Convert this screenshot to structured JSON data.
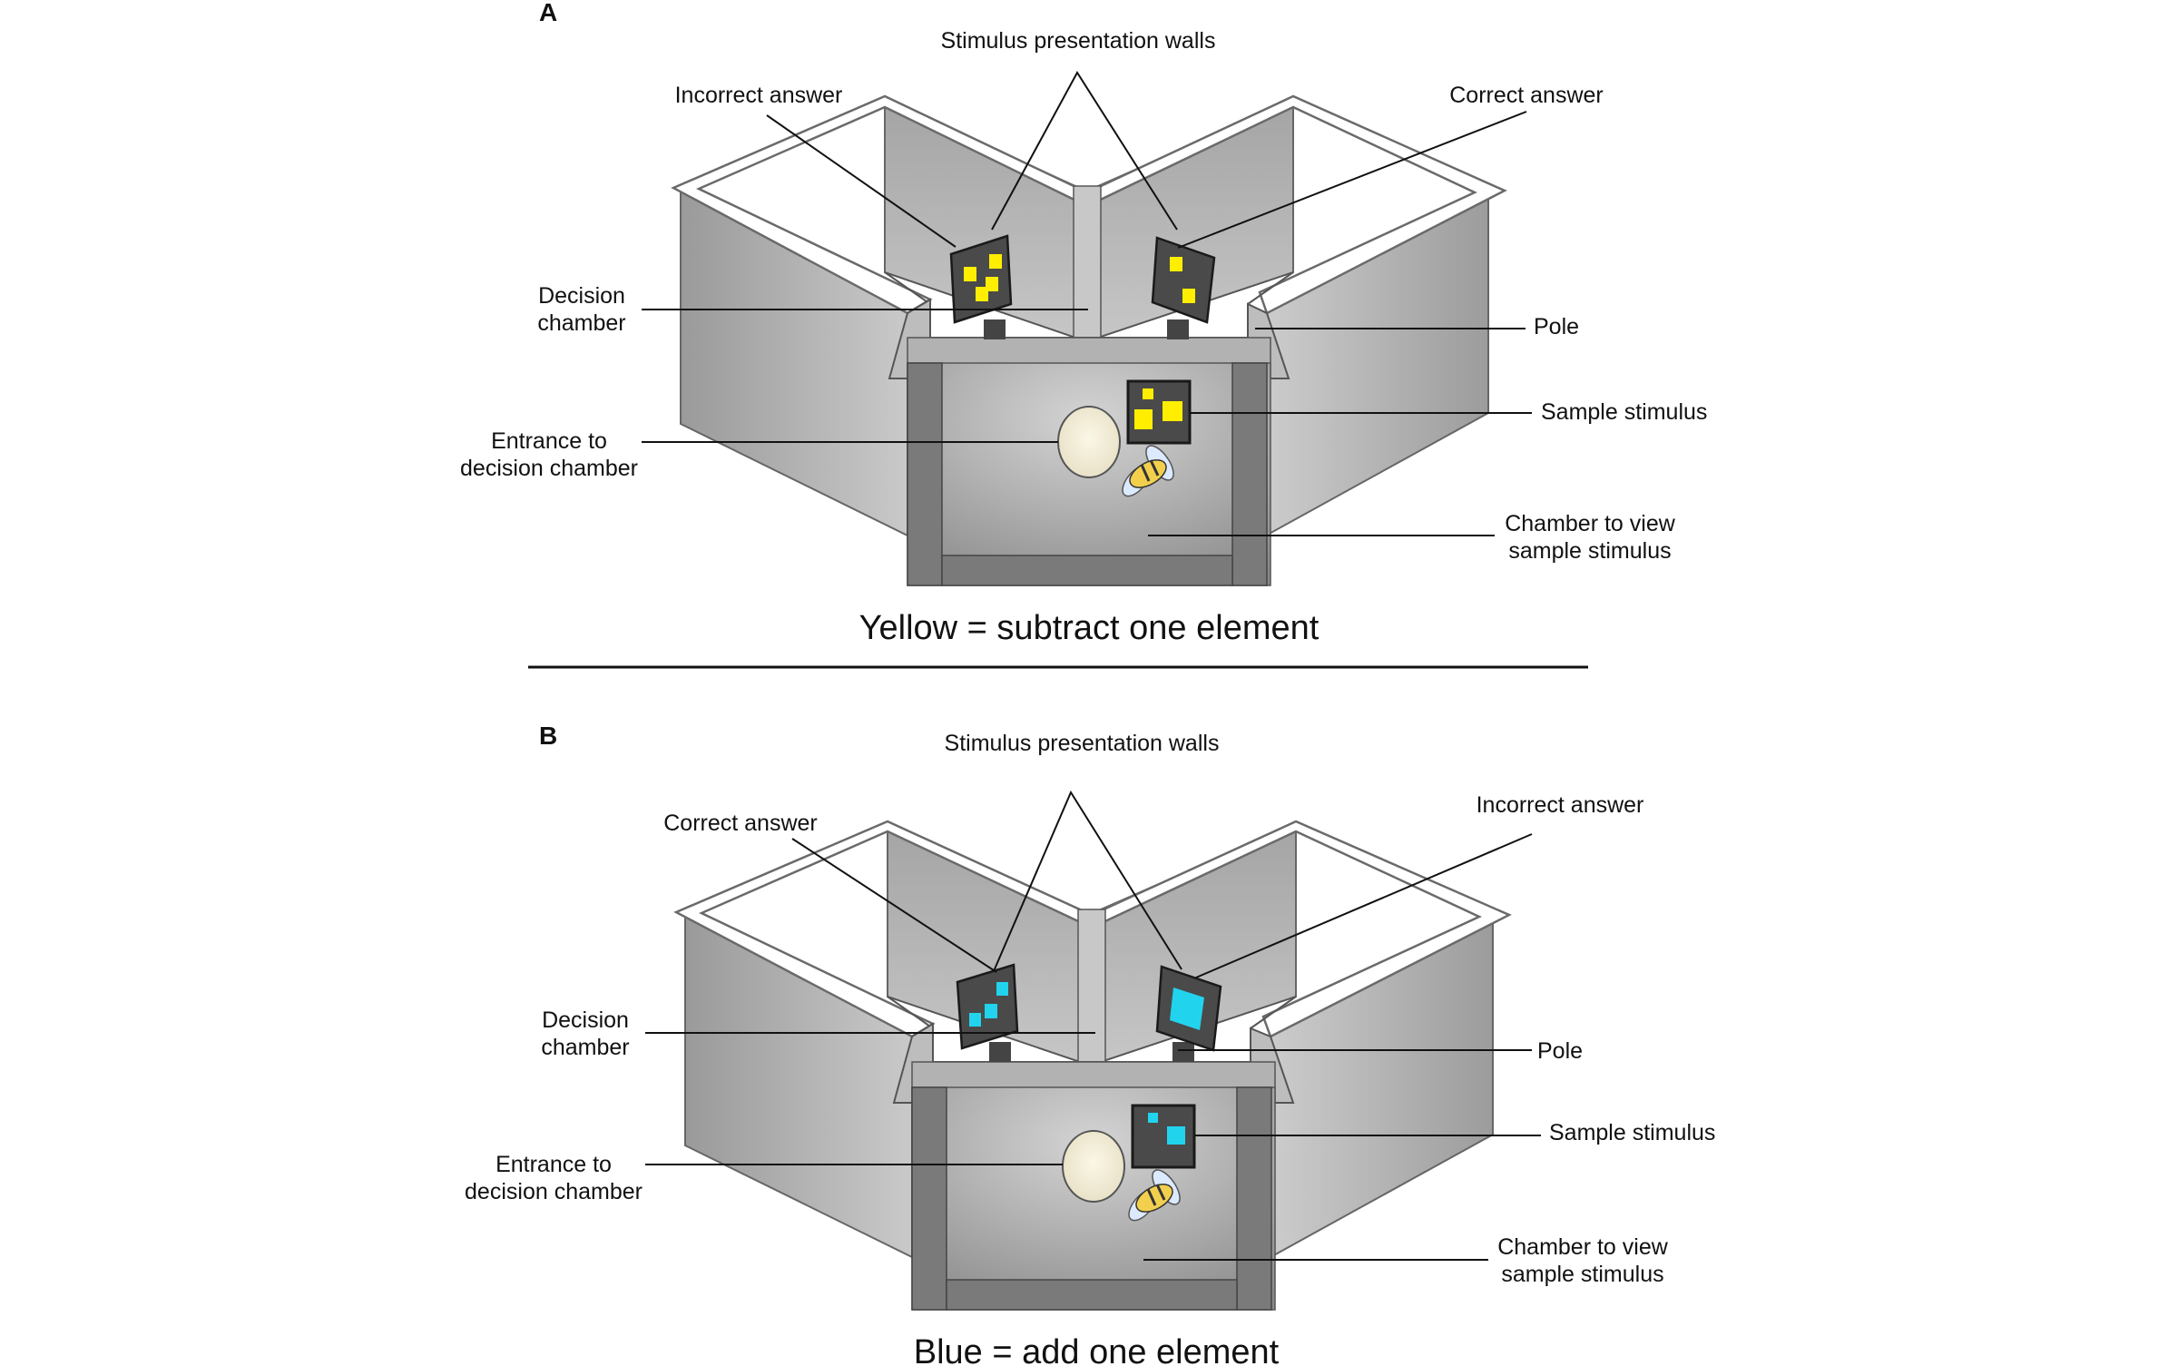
{
  "panels": [
    {
      "letter": "A",
      "labels": {
        "walls": "Stimulus presentation walls",
        "left_answer": "Incorrect answer",
        "right_answer": "Correct answer",
        "decision_1": "Decision",
        "decision_2": "chamber",
        "pole": "Pole",
        "sample": "Sample stimulus",
        "entrance_1": "Entrance to",
        "entrance_2": "decision chamber",
        "view_1": "Chamber to view",
        "view_2": "sample stimulus"
      },
      "caption": "Yellow = subtract one element",
      "stimulus_color": "#ffee00"
    },
    {
      "letter": "B",
      "labels": {
        "walls": "Stimulus presentation walls",
        "left_answer": "Correct answer",
        "right_answer": "Incorrect answer",
        "decision_1": "Decision",
        "decision_2": "chamber",
        "pole": "Pole",
        "sample": "Sample stimulus",
        "entrance_1": "Entrance to",
        "entrance_2": "decision chamber",
        "view_1": "Chamber to view",
        "view_2": "sample stimulus"
      },
      "caption": "Blue = add one element",
      "stimulus_color": "#22d3ee"
    }
  ]
}
